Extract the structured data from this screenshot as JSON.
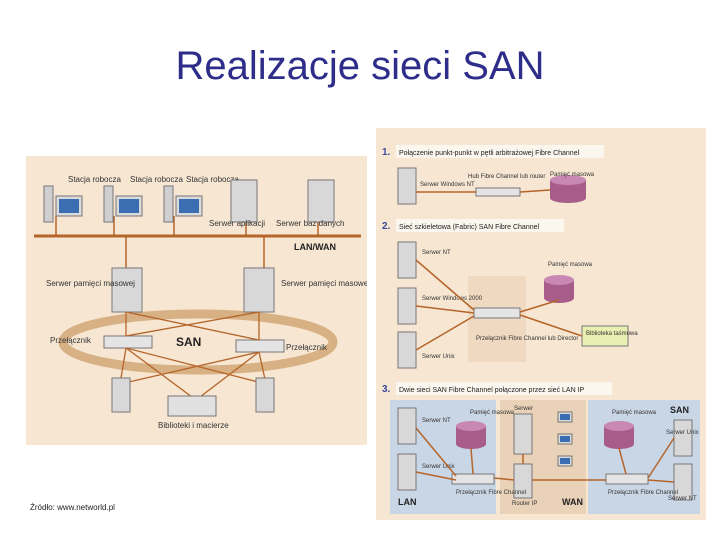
{
  "slide": {
    "title": "Realizacje sieci SAN",
    "source": "Źródło: www.networld.pl"
  },
  "left_diagram": {
    "workstation_labels": [
      "Stacja robocza",
      "Stacja robocza",
      "Stacja robocza"
    ],
    "app_server_label": "Serwer aplikacji",
    "db_server_label": "Serwer baz danych",
    "lan_wan_label": "LAN/WAN",
    "storage_server_left_label": "Serwer pamięci masowej",
    "storage_server_right_label": "Serwer pamięci masowej",
    "switch_left_label": "Przełącznik",
    "switch_right_label": "Przełącznik",
    "san_label": "SAN",
    "libraries_label": "Biblioteki i macierze"
  },
  "right_diagram": {
    "section1": {
      "number": "1.",
      "title": "Połączenie punkt-punkt w pętli arbitrażowej Fibre Channel",
      "server_label": "Serwer Windows NT",
      "hub_label": "Hub Fibre Channel lub router",
      "storage_label": "Pamięć masowa"
    },
    "section2": {
      "number": "2.",
      "title": "Sieć szkieletowa (Fabric) SAN Fibre Channel",
      "server_nt_label": "Serwer NT",
      "server_w2000_label": "Serwer Windows 2000",
      "server_unix_label": "Serwer Unix",
      "storage_label": "Pamięć masowa",
      "switch_label": "Przełącznik Fibre Channel lub Director",
      "tape_label": "Biblioteka taśmowa"
    },
    "section3": {
      "number": "3.",
      "title": "Dwie sieci SAN Fibre Channel połączone przez sieć LAN IP",
      "server_nt_label": "Serwer NT",
      "server_unix_label": "Serwer Unix",
      "storage_left_label": "Pamięć masowa",
      "server_top_label": "Serwer",
      "storage_right_label": "Pamięć masowa",
      "san_label": "SAN",
      "server_unix_right_label": "Serwer Unix",
      "server_nt_right_label": "Serwer NT",
      "switch_left_label": "Przełącznik Fibre Channel",
      "switch_right_label": "Przełącznik Fibre Channel",
      "lan_label": "LAN",
      "router_label": "Router IP",
      "wan_label": "WAN"
    }
  }
}
